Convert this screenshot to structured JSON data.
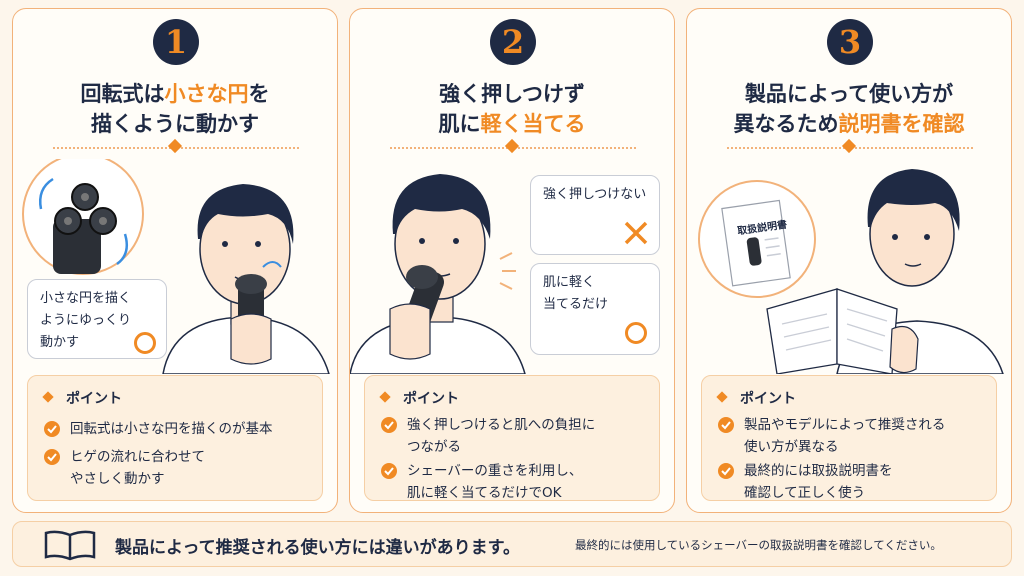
{
  "panels": [
    {
      "number": "1",
      "title_line1_a": "回転式は",
      "title_line1_hl": "小さな円",
      "title_line1_b": "を",
      "title_line2": "描くように動かす",
      "bubble_lines": [
        "小さな円を描く",
        "ようにゆっくり",
        "動かす"
      ],
      "point_heading": "ポイント",
      "point_items": [
        [
          "回転式は小さな円を描くのが基本"
        ],
        [
          "ヒゲの流れに合わせて",
          "やさしく動かす"
        ]
      ]
    },
    {
      "number": "2",
      "title_line1": "強く押しつけず",
      "title_line2_a": "肌に",
      "title_line2_hl": "軽く当てる",
      "bubble_bad": "強く押しつけない",
      "bubble_good_lines": [
        "肌に軽く",
        "当てるだけ"
      ],
      "point_heading": "ポイント",
      "point_items": [
        [
          "強く押しつけると肌への負担に",
          "つながる"
        ],
        [
          "シェーバーの重さを利用し、",
          "肌に軽く当てるだけでOK"
        ]
      ]
    },
    {
      "number": "3",
      "title_line1": "製品によって使い方が",
      "title_line2_a": "異なるため",
      "title_line2_hl": "説明書を確認",
      "manual_label": "取扱説明書",
      "point_heading": "ポイント",
      "point_items": [
        [
          "製品やモデルによって推奨される",
          "使い方が異なる"
        ],
        [
          "最終的には取扱説明書を",
          "確認して正しく使う"
        ]
      ]
    }
  ],
  "footer": {
    "main": "製品によって推奨される使い方には違いがあります。",
    "sub": "最終的には使用しているシェーバーの取扱説明書を確認してください。"
  },
  "colors": {
    "accent": "#f08a24",
    "navy": "#1f2a44",
    "panel_border": "#f2b27a",
    "point_bg": "#fdf0df"
  }
}
